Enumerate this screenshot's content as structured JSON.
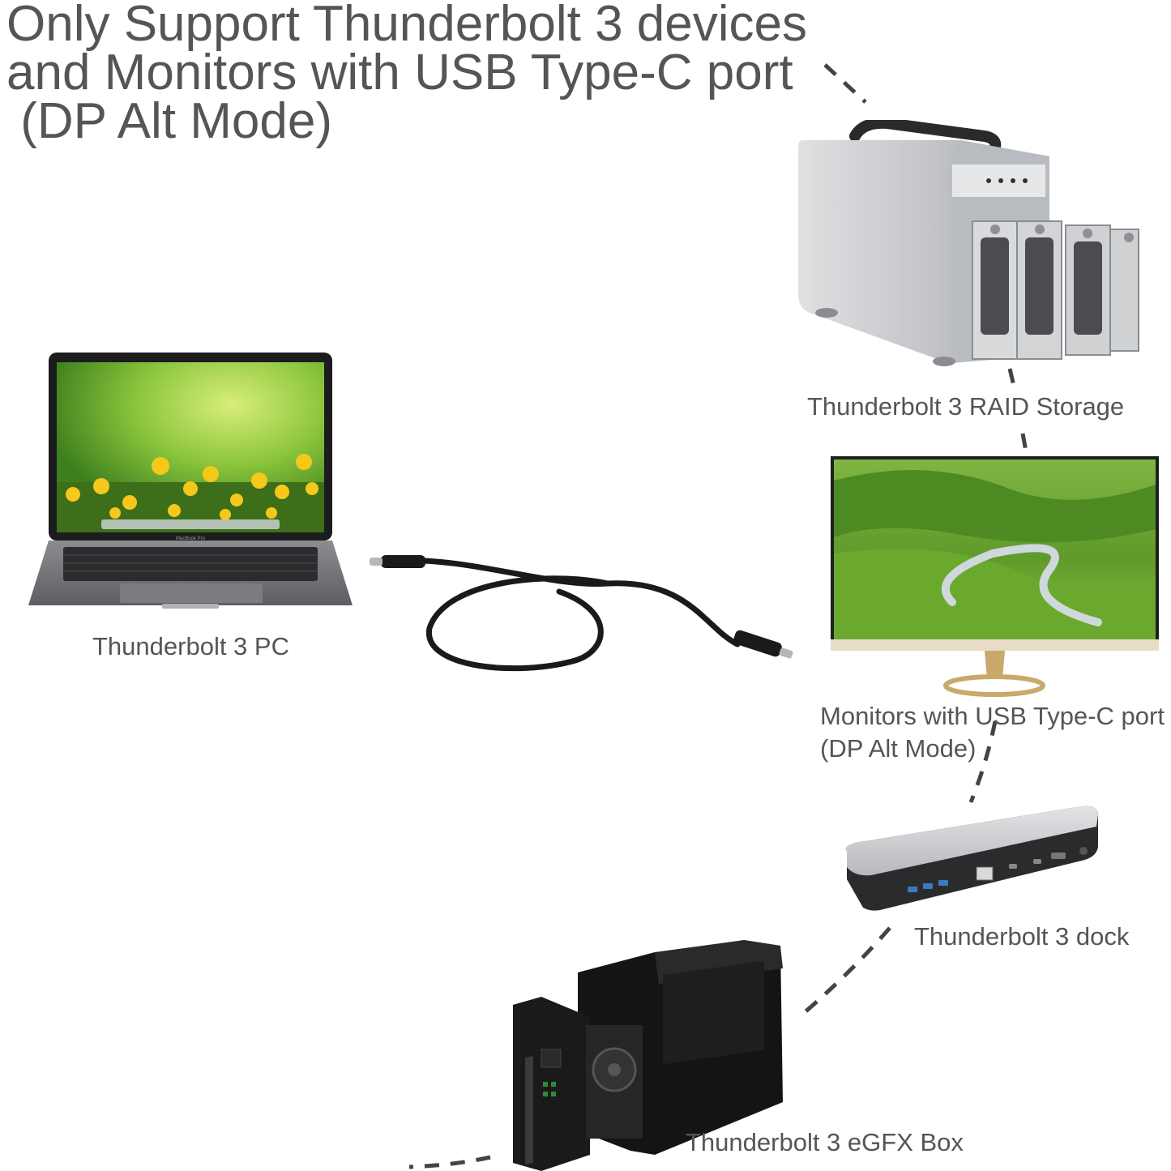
{
  "headline": {
    "line1": "Only Support Thunderbolt 3 devices",
    "line2": "and Monitors with USB Type-C port",
    "line3": " (DP Alt Mode)"
  },
  "devices": {
    "pc": {
      "label": "Thunderbolt 3 PC",
      "screen_brand": "MacBook Pro"
    },
    "raid": {
      "label": "Thunderbolt 3 RAID Storage"
    },
    "monitor": {
      "label_line1": "Monitors with USB Type-C port",
      "label_line2": "(DP Alt Mode)"
    },
    "dock": {
      "label": "Thunderbolt 3 dock"
    },
    "egfx": {
      "label": "Thunderbolt 3 eGFX Box"
    }
  },
  "colors": {
    "text": "#555555",
    "dash": "#444444",
    "cable": "#1a1a1a",
    "silver": "#c9cbcd",
    "grass": "#6cae2a"
  }
}
